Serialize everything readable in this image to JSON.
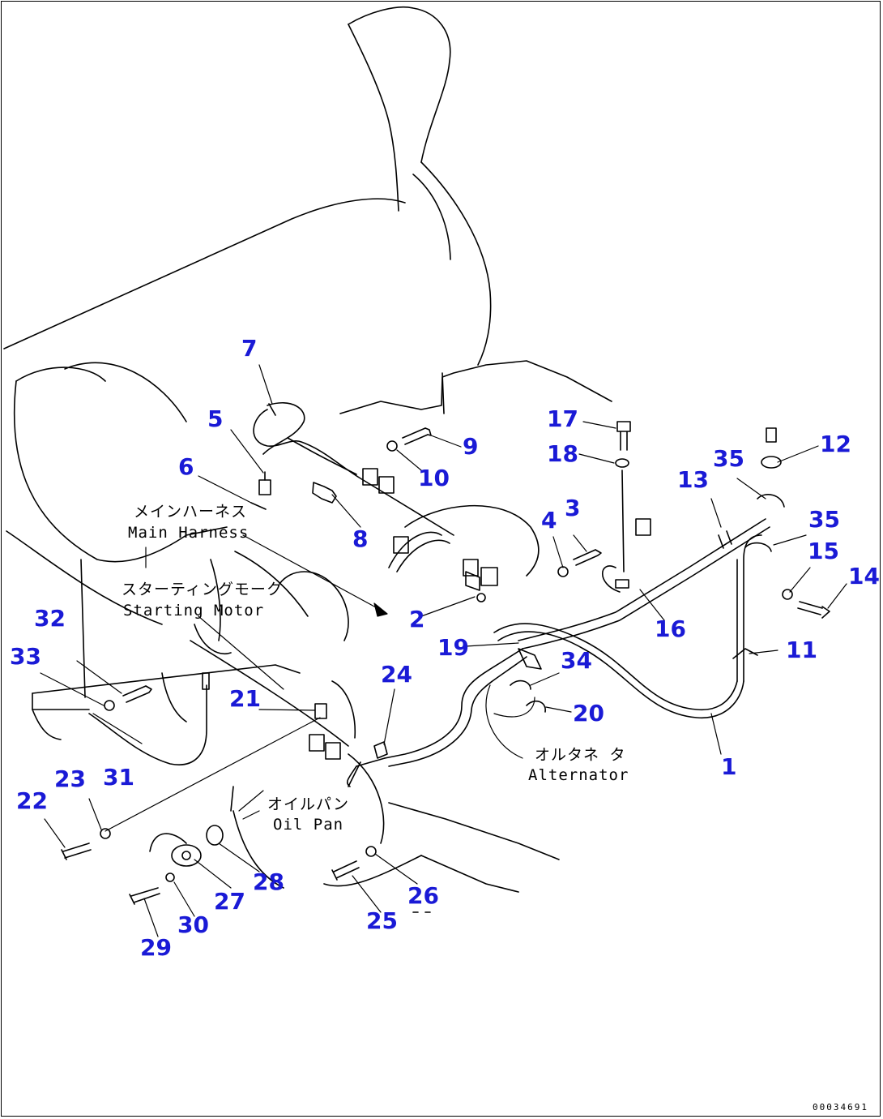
{
  "callouts": [
    "1",
    "2",
    "3",
    "4",
    "5",
    "6",
    "7",
    "8",
    "9",
    "10",
    "11",
    "12",
    "13",
    "14",
    "15",
    "16",
    "17",
    "18",
    "19",
    "20",
    "21",
    "22",
    "23",
    "24",
    "25",
    "26",
    "27",
    "28",
    "29",
    "30",
    "31",
    "32",
    "33",
    "34",
    "35",
    "35"
  ],
  "labels": {
    "main_harness_jp": "メインハーネス",
    "main_harness_en": "Main Harness",
    "starting_motor_jp": "スターティングモーク",
    "starting_motor_en": "Starting Motor",
    "alternator_jp": "オルタネ タ",
    "alternator_en": "Alternator",
    "oil_pan_jp": "オイルパン",
    "oil_pan_en": "Oil Pan"
  },
  "drawing_id": "00034691",
  "colors": {
    "callout": "#1a1ad6",
    "line": "#000000"
  }
}
